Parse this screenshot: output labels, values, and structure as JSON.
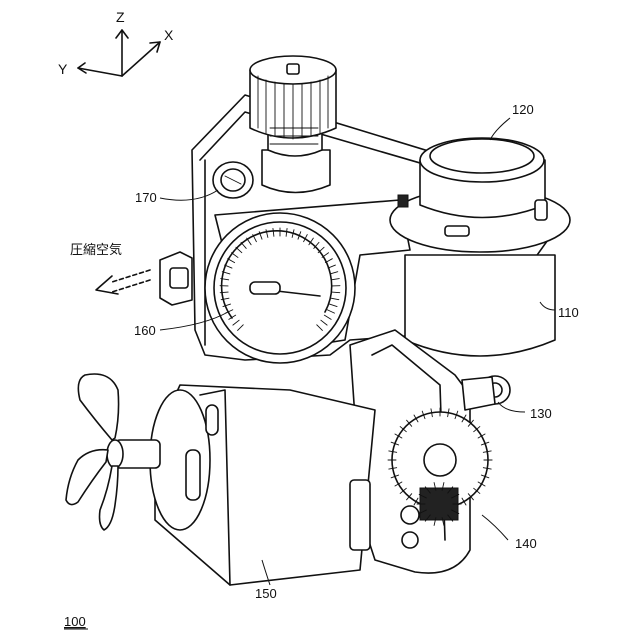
{
  "axes": {
    "z": "Z",
    "x": "X",
    "y": "Y"
  },
  "labels": {
    "l120": "120",
    "l170": "170",
    "l110": "110",
    "l160": "160",
    "l130": "130",
    "l140": "140",
    "l150": "150",
    "l100": "100",
    "airflow": "圧縮空気"
  }
}
